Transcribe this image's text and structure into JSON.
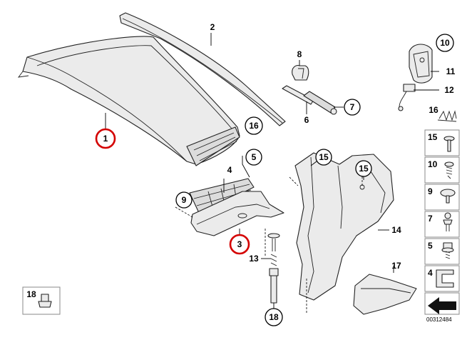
{
  "diagram": {
    "reference_number": "00312484",
    "callouts": [
      {
        "id": "c1",
        "label": "1",
        "style": "red-circle"
      },
      {
        "id": "c2",
        "label": "2",
        "style": "plain"
      },
      {
        "id": "c3",
        "label": "3",
        "style": "red-circle"
      },
      {
        "id": "c4",
        "label": "4",
        "style": "plain"
      },
      {
        "id": "c5",
        "label": "5",
        "style": "circle"
      },
      {
        "id": "c6",
        "label": "6",
        "style": "plain"
      },
      {
        "id": "c7",
        "label": "7",
        "style": "circle"
      },
      {
        "id": "c8",
        "label": "8",
        "style": "plain"
      },
      {
        "id": "c9",
        "label": "9",
        "style": "circle"
      },
      {
        "id": "c10",
        "label": "10",
        "style": "circle"
      },
      {
        "id": "c11",
        "label": "11",
        "style": "plain"
      },
      {
        "id": "c12",
        "label": "12",
        "style": "plain"
      },
      {
        "id": "c13",
        "label": "13",
        "style": "plain"
      },
      {
        "id": "c14",
        "label": "14",
        "style": "plain"
      },
      {
        "id": "c15a",
        "label": "15",
        "style": "circle"
      },
      {
        "id": "c15b",
        "label": "15",
        "style": "circle"
      },
      {
        "id": "c16a",
        "label": "16",
        "style": "circle"
      },
      {
        "id": "c16b",
        "label": "16",
        "style": "plain"
      },
      {
        "id": "c17",
        "label": "17",
        "style": "plain"
      },
      {
        "id": "c18a",
        "label": "18",
        "style": "circle"
      },
      {
        "id": "c18b",
        "label": "18",
        "style": "plain"
      }
    ],
    "legend": [
      {
        "label": "15",
        "icon": "screw-icon"
      },
      {
        "label": "10",
        "icon": "self-tapping-screw-icon"
      },
      {
        "label": "9",
        "icon": "expanding-rivet-icon"
      },
      {
        "label": "7",
        "icon": "ball-stud-icon"
      },
      {
        "label": "5",
        "icon": "hex-flange-screw-icon"
      },
      {
        "label": "4",
        "icon": "spring-clip-icon"
      }
    ]
  }
}
